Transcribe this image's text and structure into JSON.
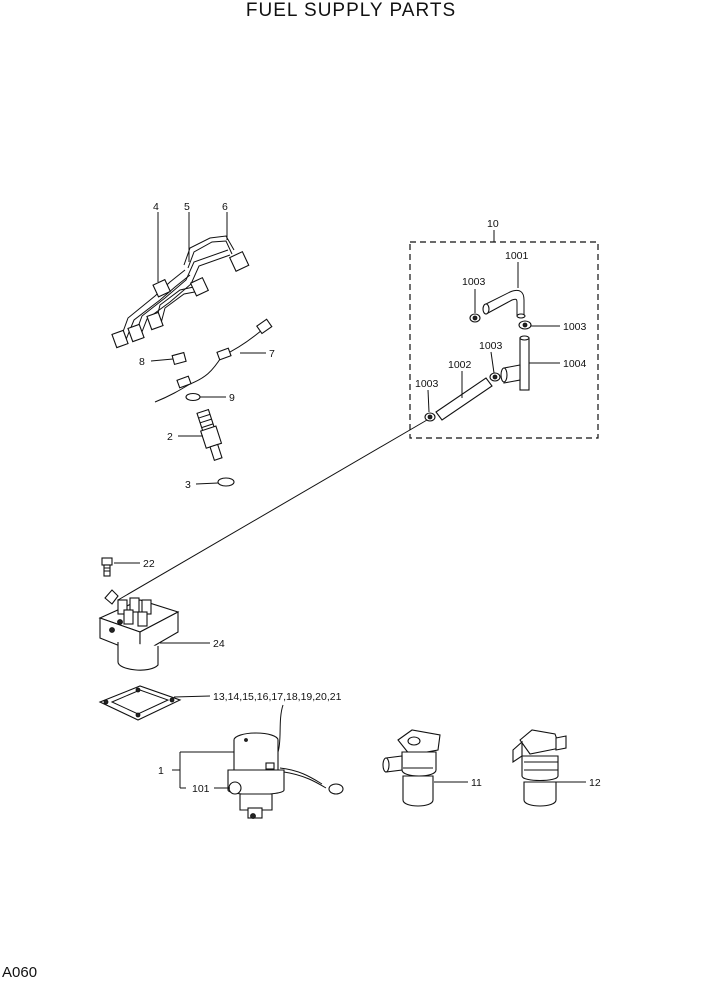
{
  "title": "FUEL SUPPLY PARTS",
  "page_id": "A060",
  "callouts": {
    "c1": "1",
    "c2": "2",
    "c3": "3",
    "c4": "4",
    "c5": "5",
    "c6": "6",
    "c7": "7",
    "c8": "8",
    "c9": "9",
    "c10": "10",
    "c11": "11",
    "c12": "12",
    "c22": "22",
    "c24": "24",
    "c13_21": "13,14,15,16,17,18,19,20,21",
    "c101": "101",
    "c1001": "1001",
    "c1002": "1002",
    "c1003a": "1003",
    "c1003b": "1003",
    "c1003c": "1003",
    "c1003d": "1003",
    "c1004": "1004"
  }
}
